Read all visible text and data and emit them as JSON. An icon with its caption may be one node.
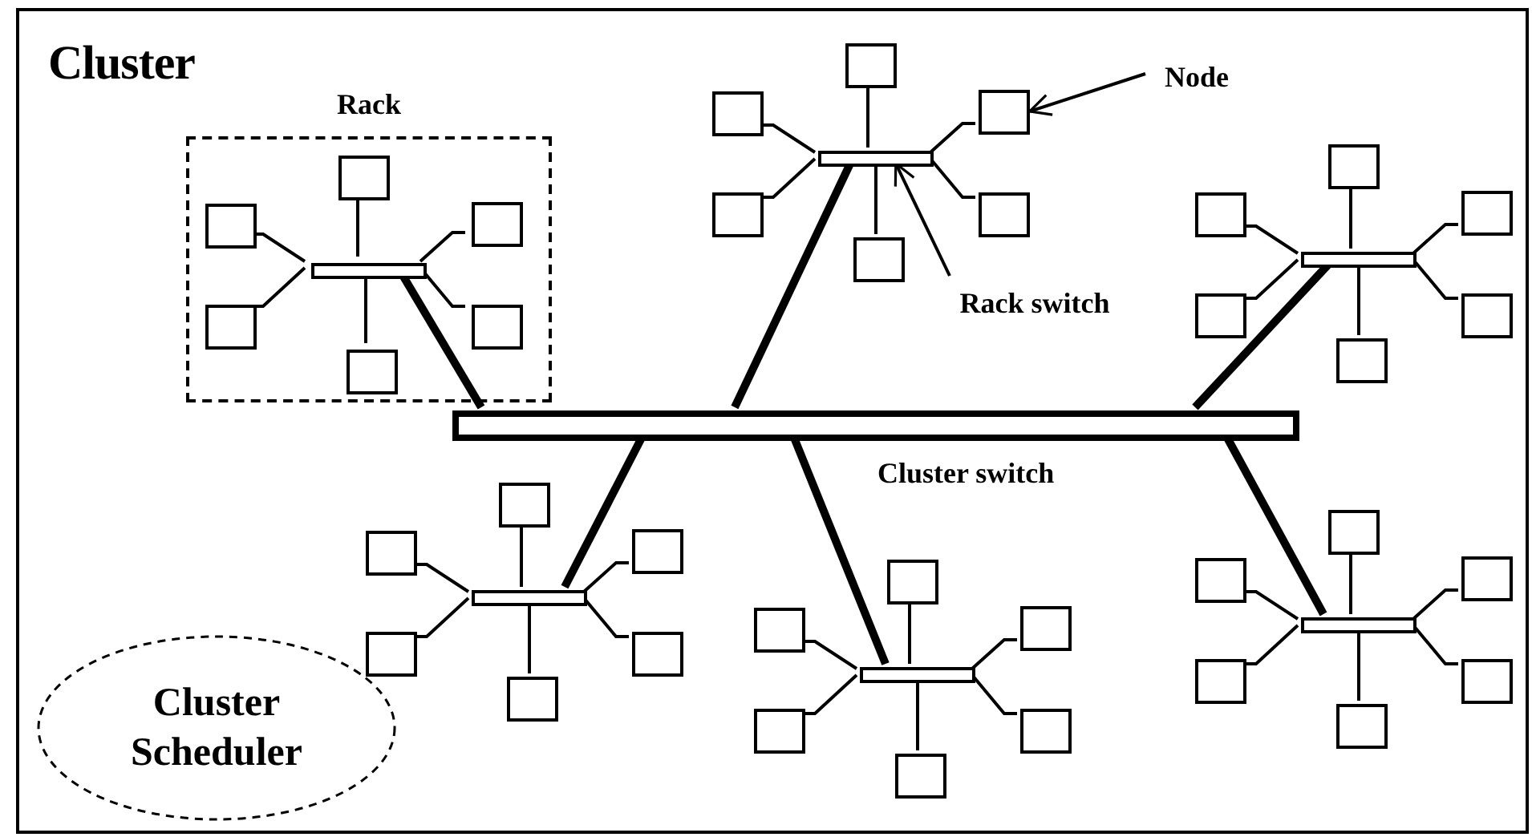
{
  "diagram": {
    "nodes": [
      {
        "text": [
          "Cluster"
        ]
      },
      {
        "text": [
          "Rack"
        ],
        "in": 0
      },
      {
        "text": [],
        "shape": "bar",
        "in": 1
      },
      {
        "text": [],
        "shape": "box",
        "in": 1
      },
      {
        "text": [],
        "shape": "box",
        "in": 1
      },
      {
        "text": [],
        "shape": "box",
        "in": 1
      },
      {
        "text": [],
        "shape": "box",
        "in": 1
      },
      {
        "text": [],
        "shape": "box",
        "in": 1
      },
      {
        "text": [],
        "shape": "box",
        "in": 1
      },
      {
        "text": [],
        "shape": "bar",
        "in": 0
      },
      {
        "text": [],
        "shape": "box",
        "in": 0
      },
      {
        "text": [],
        "shape": "box",
        "in": 0
      },
      {
        "text": [],
        "shape": "box",
        "in": 0
      },
      {
        "text": [],
        "shape": "box",
        "in": 0
      },
      {
        "text": [],
        "shape": "box",
        "in": 0
      },
      {
        "text": [],
        "shape": "box",
        "in": 0
      },
      {
        "text": [],
        "shape": "bar",
        "in": 0
      },
      {
        "text": [],
        "shape": "box",
        "in": 0
      },
      {
        "text": [],
        "shape": "box",
        "in": 0
      },
      {
        "text": [],
        "shape": "box",
        "in": 0
      },
      {
        "text": [],
        "shape": "box",
        "in": 0
      },
      {
        "text": [],
        "shape": "box",
        "in": 0
      },
      {
        "text": [],
        "shape": "box",
        "in": 0
      },
      {
        "text": [],
        "shape": "bar",
        "in": 0,
        "beside": [
          "Cluster switch"
        ]
      },
      {
        "text": [],
        "shape": "bar",
        "in": 0
      },
      {
        "text": [],
        "shape": "box",
        "in": 0
      },
      {
        "text": [],
        "shape": "box",
        "in": 0
      },
      {
        "text": [],
        "shape": "box",
        "in": 0
      },
      {
        "text": [],
        "shape": "box",
        "in": 0
      },
      {
        "text": [],
        "shape": "box",
        "in": 0
      },
      {
        "text": [],
        "shape": "box",
        "in": 0
      },
      {
        "text": [],
        "shape": "bar",
        "in": 0
      },
      {
        "text": [],
        "shape": "box",
        "in": 0
      },
      {
        "text": [],
        "shape": "box",
        "in": 0
      },
      {
        "text": [],
        "shape": "box",
        "in": 0
      },
      {
        "text": [],
        "shape": "box",
        "in": 0
      },
      {
        "text": [],
        "shape": "box",
        "in": 0
      },
      {
        "text": [],
        "shape": "box",
        "in": 0
      },
      {
        "text": [],
        "shape": "bar",
        "in": 0
      },
      {
        "text": [],
        "shape": "box",
        "in": 0
      },
      {
        "text": [],
        "shape": "box",
        "in": 0
      },
      {
        "text": [],
        "shape": "box",
        "in": 0
      },
      {
        "text": [],
        "shape": "box",
        "in": 0
      },
      {
        "text": [],
        "shape": "box",
        "in": 0
      },
      {
        "text": [],
        "shape": "box",
        "in": 0
      },
      {
        "text": [
          "Cluster Scheduler"
        ],
        "in": 0
      },
      {
        "text": [
          "Node"
        ],
        "in": 0
      },
      {
        "text": [
          "Rack switch"
        ],
        "in": 0
      }
    ],
    "edges": [
      {
        "from": 3,
        "to": 2,
        "arrow": "none"
      },
      {
        "from": 4,
        "to": 2,
        "arrow": "none"
      },
      {
        "from": 5,
        "to": 2,
        "arrow": "none"
      },
      {
        "from": 6,
        "to": 2,
        "arrow": "none"
      },
      {
        "from": 7,
        "to": 2,
        "arrow": "none"
      },
      {
        "from": 8,
        "to": 2,
        "arrow": "none"
      },
      {
        "from": 10,
        "to": 9,
        "arrow": "none"
      },
      {
        "from": 11,
        "to": 9,
        "arrow": "none"
      },
      {
        "from": 12,
        "to": 9,
        "arrow": "none"
      },
      {
        "from": 13,
        "to": 9,
        "arrow": "none"
      },
      {
        "from": 14,
        "to": 9,
        "arrow": "none"
      },
      {
        "from": 15,
        "to": 9,
        "arrow": "none"
      },
      {
        "from": 17,
        "to": 16,
        "arrow": "none"
      },
      {
        "from": 18,
        "to": 16,
        "arrow": "none"
      },
      {
        "from": 19,
        "to": 16,
        "arrow": "none"
      },
      {
        "from": 20,
        "to": 16,
        "arrow": "none"
      },
      {
        "from": 21,
        "to": 16,
        "arrow": "none"
      },
      {
        "from": 22,
        "to": 16,
        "arrow": "none"
      },
      {
        "from": 25,
        "to": 24,
        "arrow": "none"
      },
      {
        "from": 26,
        "to": 24,
        "arrow": "none"
      },
      {
        "from": 27,
        "to": 24,
        "arrow": "none"
      },
      {
        "from": 28,
        "to": 24,
        "arrow": "none"
      },
      {
        "from": 29,
        "to": 24,
        "arrow": "none"
      },
      {
        "from": 30,
        "to": 24,
        "arrow": "none"
      },
      {
        "from": 32,
        "to": 31,
        "arrow": "none"
      },
      {
        "from": 33,
        "to": 31,
        "arrow": "none"
      },
      {
        "from": 34,
        "to": 31,
        "arrow": "none"
      },
      {
        "from": 35,
        "to": 31,
        "arrow": "none"
      },
      {
        "from": 36,
        "to": 31,
        "arrow": "none"
      },
      {
        "from": 37,
        "to": 31,
        "arrow": "none"
      },
      {
        "from": 39,
        "to": 38,
        "arrow": "none"
      },
      {
        "from": 40,
        "to": 38,
        "arrow": "none"
      },
      {
        "from": 41,
        "to": 38,
        "arrow": "none"
      },
      {
        "from": 42,
        "to": 38,
        "arrow": "none"
      },
      {
        "from": 43,
        "to": 38,
        "arrow": "none"
      },
      {
        "from": 44,
        "to": 38,
        "arrow": "none"
      },
      {
        "from": 2,
        "to": 23,
        "arrow": "none",
        "style": "thick"
      },
      {
        "from": 9,
        "to": 23,
        "arrow": "none",
        "style": "thick"
      },
      {
        "from": 16,
        "to": 23,
        "arrow": "none",
        "style": "thick"
      },
      {
        "from": 24,
        "to": 23,
        "arrow": "none",
        "style": "thick"
      },
      {
        "from": 31,
        "to": 23,
        "arrow": "none",
        "style": "thick"
      },
      {
        "from": 38,
        "to": 23,
        "arrow": "none",
        "style": "thick"
      },
      {
        "from": 46,
        "to": 12,
        "arrow": "to"
      },
      {
        "from": 47,
        "to": 9,
        "arrow": "to"
      }
    ]
  }
}
